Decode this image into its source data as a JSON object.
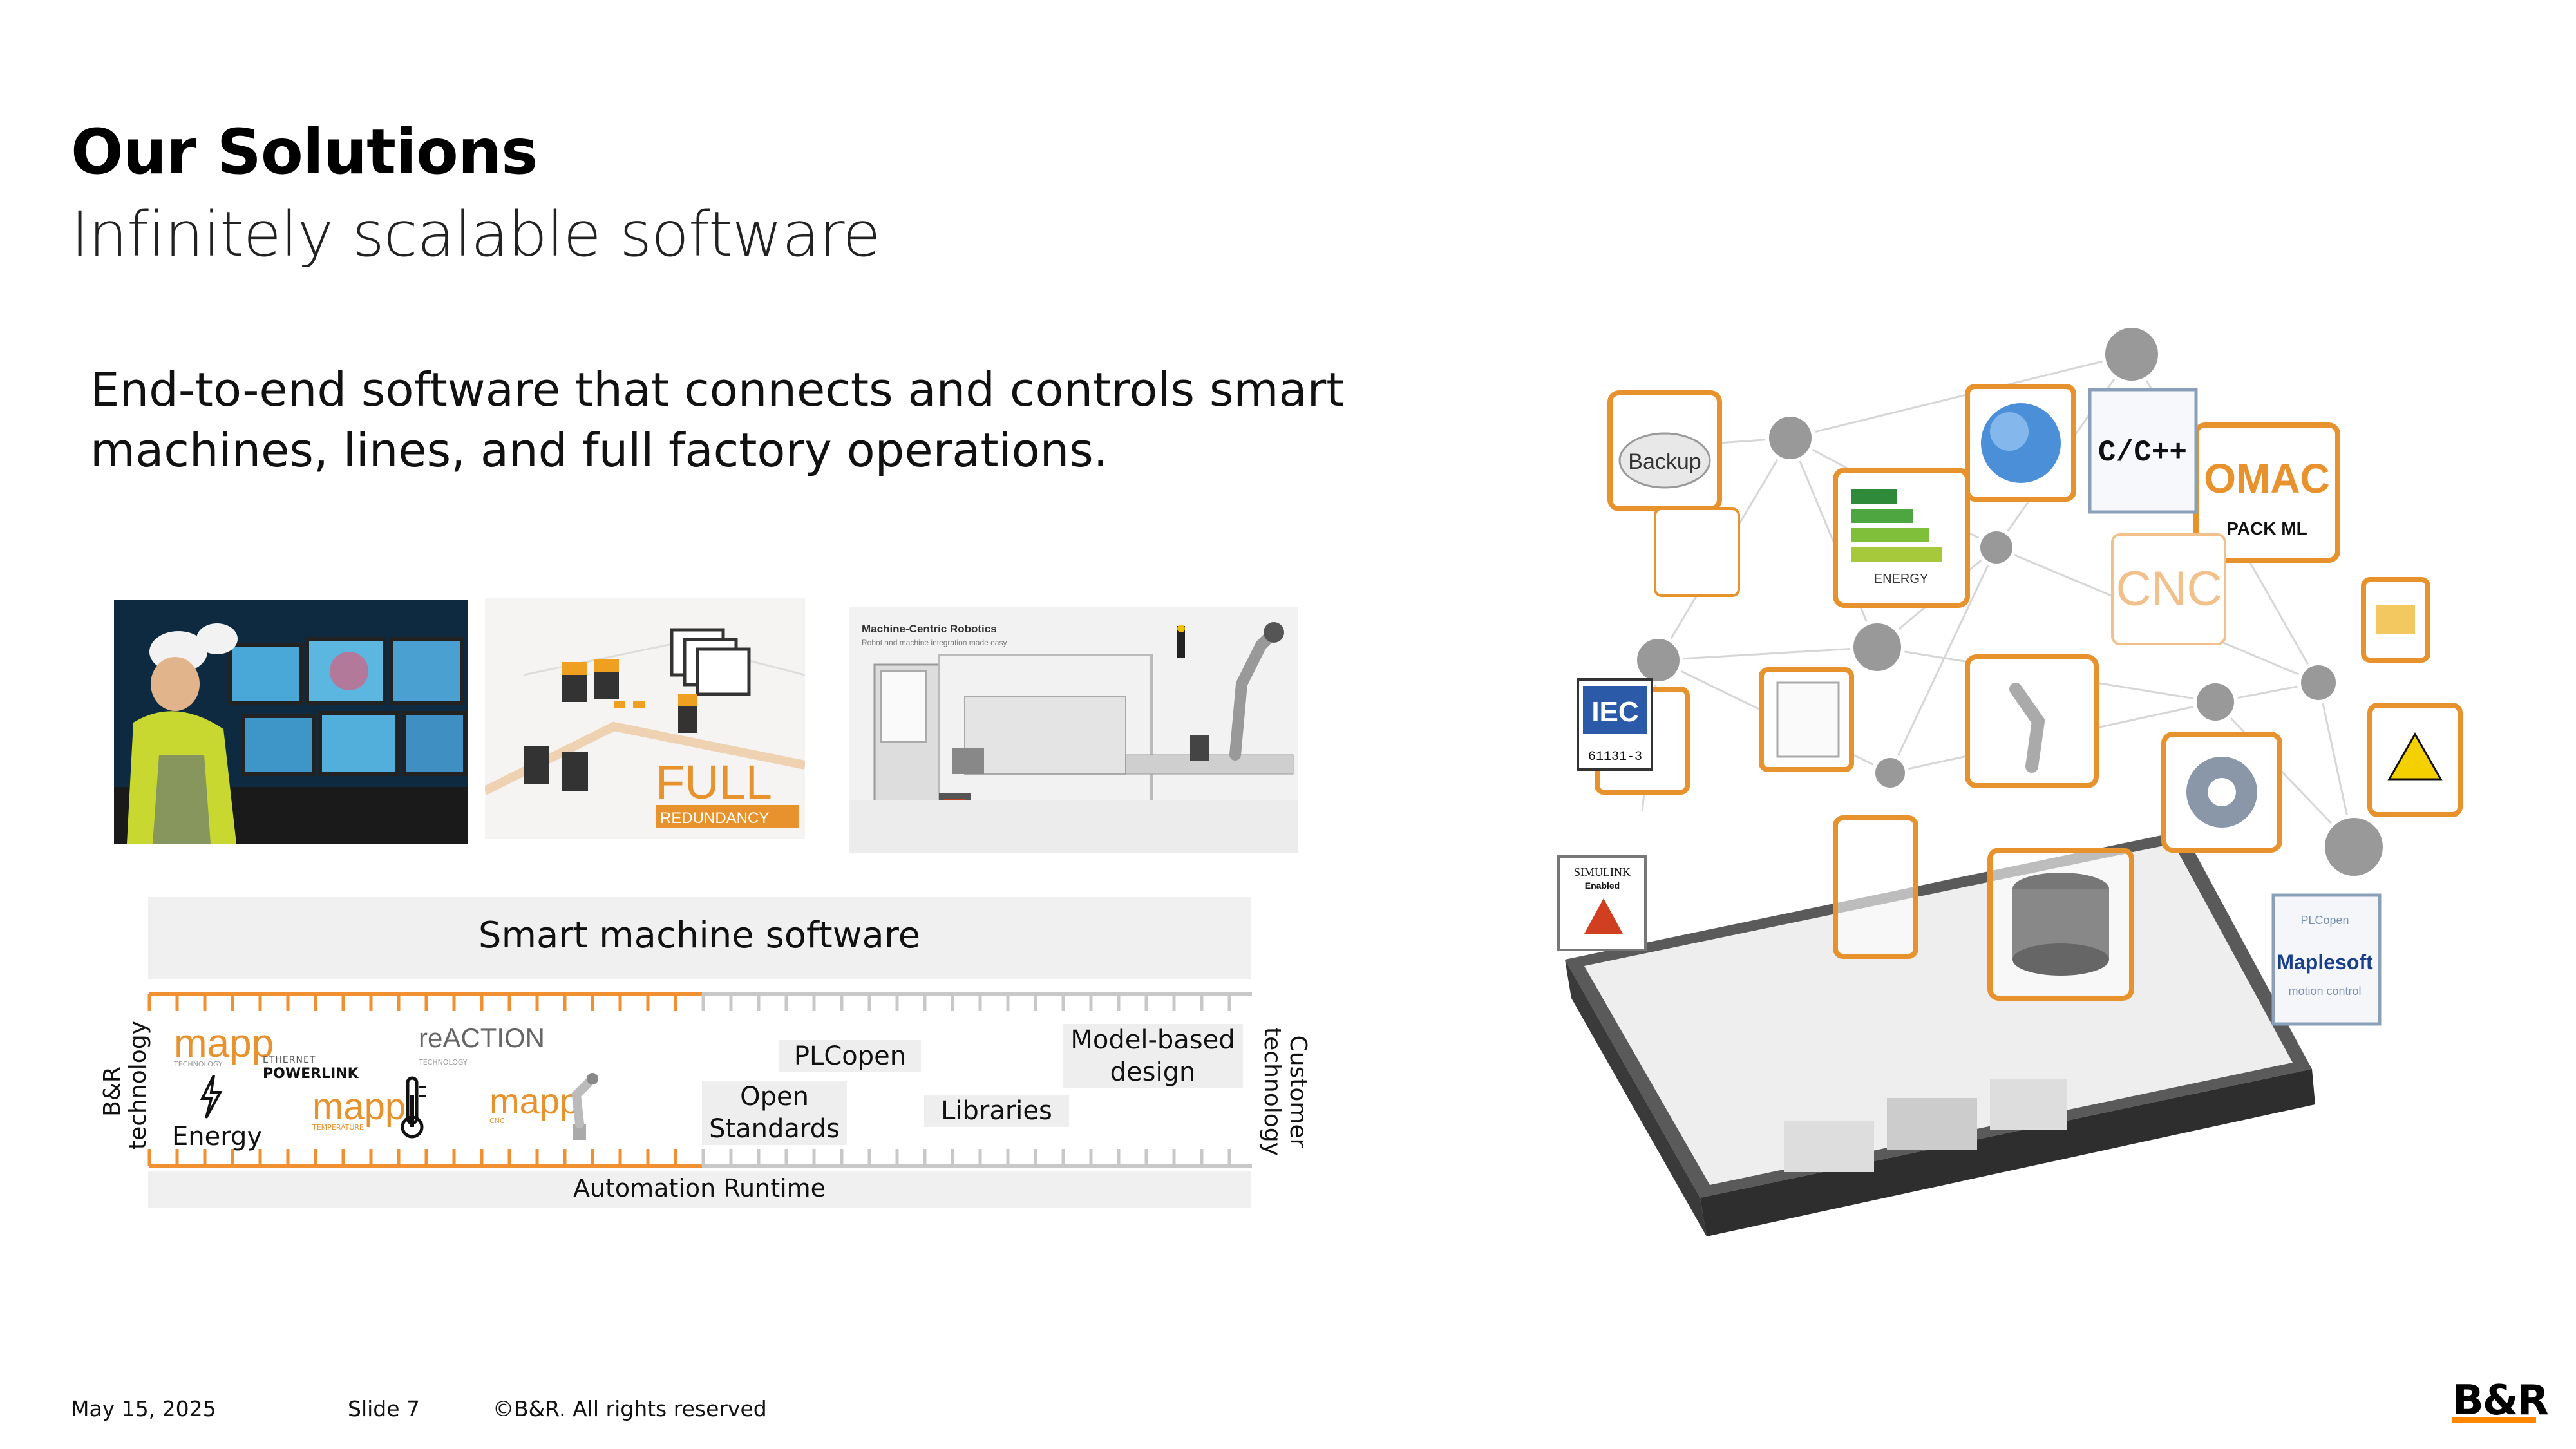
{
  "title": "Our Solutions",
  "subtitle": "Infinitely scalable software",
  "body_text": "End-to-end software that connects and controls smart machines, lines, and full factory operations.",
  "photos": {
    "redundancy_big": "FULL",
    "redundancy_small": "REDUNDANCY",
    "robotics_title": "Machine-Centric Robotics",
    "robotics_sub": "Robot and machine integration made easy"
  },
  "diagram": {
    "title": "Smart machine software",
    "runtime": "Automation Runtime",
    "left_axis": "B&R technology",
    "right_axis": "Customer technology",
    "logos": {
      "mapp": "mapp",
      "mapp_tech": "TECHNOLOGY",
      "powerlink_top": "ETHERNET",
      "powerlink": "POWERLINK",
      "reaction": "reACTION",
      "reaction_sub": "TECHNOLOGY",
      "mapp_temp": "mapp",
      "mapp_temp_sub": "TEMPERATURE",
      "mapp_cnc": "mapp",
      "mapp_cnc_sub": "CNC"
    },
    "energy": "Energy",
    "plcopen": "PLCopen",
    "open_standards": "Open Standards",
    "libraries": "Libraries",
    "model_based": "Model-based design"
  },
  "illustration": {
    "backup": "Backup",
    "cpp": "C/C++",
    "omac": "OMAC",
    "packml": "PACK ML",
    "cnc": "CNC",
    "energy": "ENERGY",
    "iec": "IEC",
    "iec_num": "61131-3",
    "simulink": "SIMULINK",
    "simulink_sub": "Enabled",
    "maplesoft": "Maplesoft",
    "plcopen_small": "PLCopen",
    "motion_small": "motion control"
  },
  "footer": {
    "date": "May 15, 2025",
    "slide": "Slide 7",
    "copyright": "©B&R. All rights reserved"
  },
  "brand": {
    "logo": "B&R"
  },
  "colors": {
    "accent": "#ff8800",
    "orange_frame": "#e8922e",
    "band": "#f0f0f0"
  }
}
